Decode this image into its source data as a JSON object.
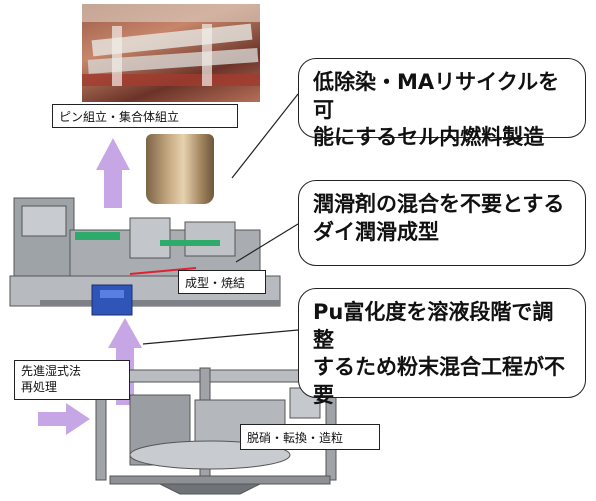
{
  "labels": {
    "pin_assembly": "ピン組立・集合体組立",
    "forming_sintering": "成型・焼結",
    "reprocessing": "先進湿式法\n再処理",
    "denitration": "脱硝・転換・造粒"
  },
  "callouts": {
    "top": "低除染・MAリサイクルを可\n能にするセル内燃料製造",
    "middle": "潤滑剤の混合を不要とする\nダイ潤滑成型",
    "bottom": "Pu富化度を溶液段階で調整\nするため粉末混合工程が不\n要"
  },
  "colors": {
    "arrow": "#c7a6e6",
    "photo_bg": "#8a4a3a",
    "pellet": "#b59a73"
  },
  "icons": [
    "fuel-assembly-photo",
    "pellet-photo",
    "forming-machine-illustration",
    "denitration-machine-illustration",
    "process-arrow-icon"
  ]
}
